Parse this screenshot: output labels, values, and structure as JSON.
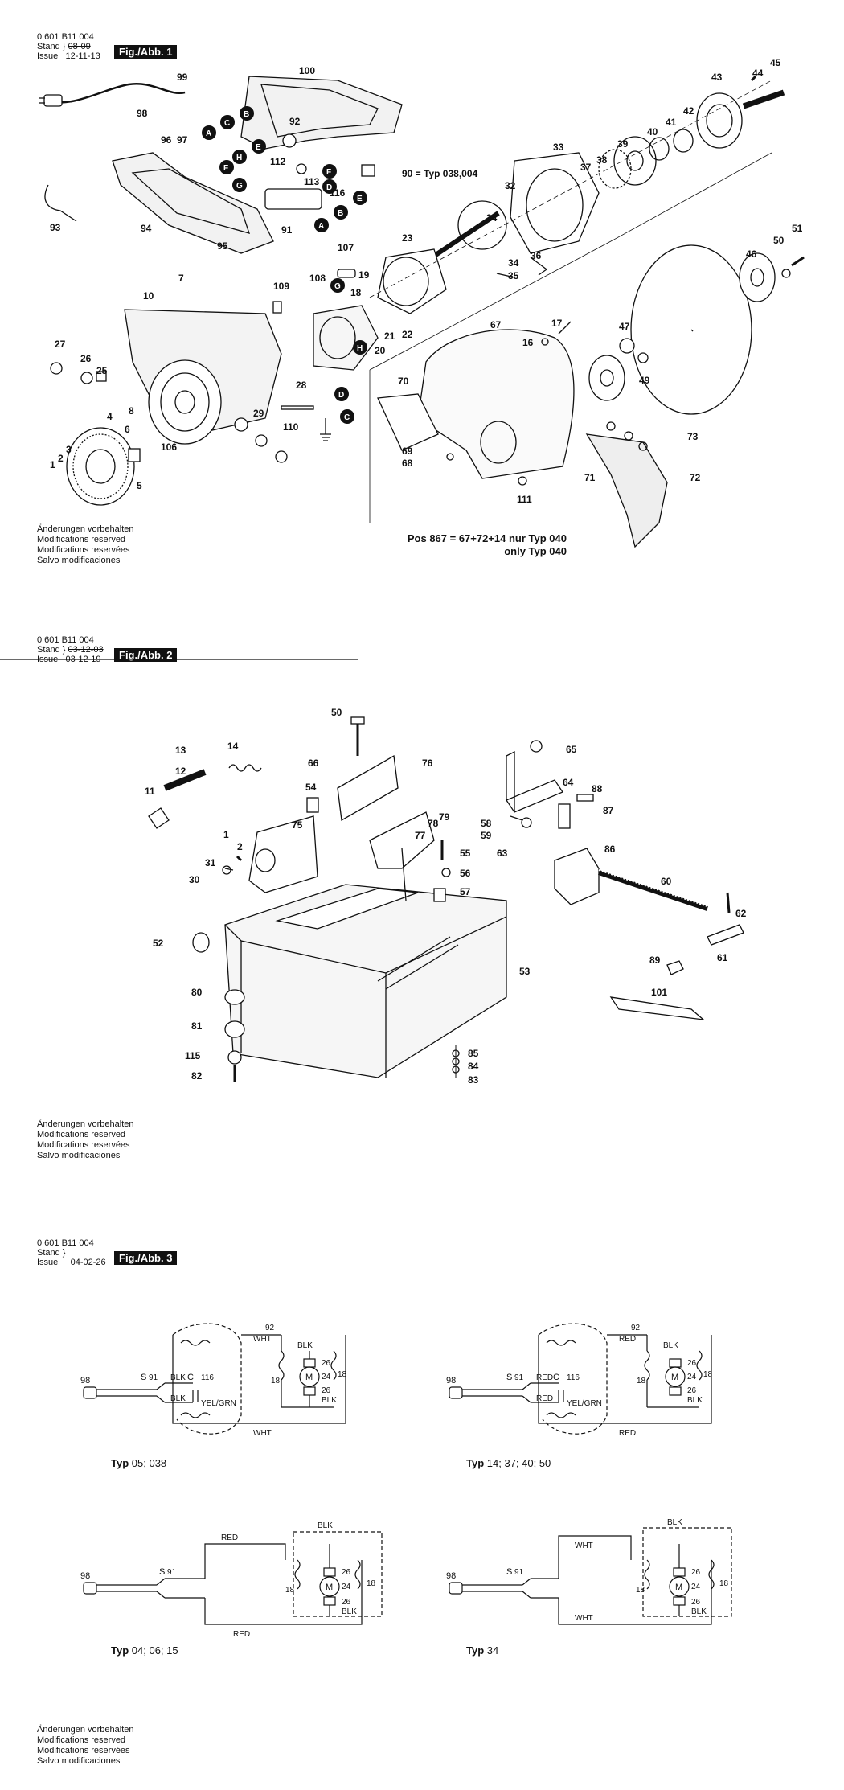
{
  "sections": [
    {
      "id": "fig1",
      "part_number": "0 601 B11 004",
      "stand_label": "Stand",
      "issue_label": "Issue",
      "date_old": "08-09",
      "date_new": "12-11-13",
      "figure_label": "Fig./Abb. 1",
      "note_line1": "Pos  867 = 67+72+14 nur Typ 040",
      "note_line2": "only Typ 040",
      "note_90": "90 = Typ 038,004",
      "callouts": [
        "99",
        "100",
        "98",
        "96",
        "97",
        "92",
        "112",
        "113",
        "93",
        "94",
        "95",
        "91",
        "116",
        "107",
        "109",
        "108",
        "24",
        "23",
        "19",
        "18",
        "33",
        "32",
        "37",
        "38",
        "39",
        "40",
        "41",
        "42",
        "43",
        "44",
        "45",
        "34",
        "36",
        "35",
        "46",
        "50",
        "51",
        "7",
        "10",
        "27",
        "26",
        "25",
        "4",
        "8",
        "6",
        "3",
        "2",
        "1",
        "5",
        "106",
        "28",
        "29",
        "110",
        "21",
        "20",
        "22",
        "67",
        "16",
        "17",
        "47",
        "49",
        "70",
        "69",
        "68",
        "111",
        "73",
        "71",
        "72"
      ],
      "letters": [
        "A",
        "B",
        "C",
        "D",
        "E",
        "F",
        "G",
        "H"
      ]
    },
    {
      "id": "fig2",
      "part_number": "0 601 B11 004",
      "stand_label": "Stand",
      "issue_label": "Issue",
      "date_old": "03-12-03",
      "date_new": "03-12-19",
      "figure_label": "Fig./Abb. 2",
      "callouts": [
        "50",
        "66",
        "76",
        "65",
        "64",
        "14",
        "13",
        "12",
        "11",
        "54",
        "75",
        "78",
        "77",
        "79",
        "88",
        "87",
        "58",
        "59",
        "63",
        "86",
        "55",
        "56",
        "57",
        "60",
        "1",
        "2",
        "31",
        "30",
        "52",
        "53",
        "62",
        "61",
        "89",
        "80",
        "81",
        "115",
        "82",
        "85",
        "84",
        "83",
        "101"
      ]
    },
    {
      "id": "fig3",
      "part_number": "0 601 B11 004",
      "stand_label": "Stand",
      "issue_label": "Issue",
      "date_new": "04-02-26",
      "figure_label": "Fig./Abb. 3",
      "typ_word": "Typ",
      "typ_a": "05; 038",
      "typ_b": "14; 37; 40;  50",
      "typ_c": "04; 06; 15",
      "typ_d": "34",
      "wire_labels": [
        "WHT",
        "BLK",
        "RED",
        "YEL/GRN",
        "M",
        "S",
        "C"
      ]
    }
  ],
  "disclaimer": [
    "Änderungen vorbehalten",
    "Modifications reserved",
    "Modifications reservées",
    "Salvo modificaciones"
  ]
}
